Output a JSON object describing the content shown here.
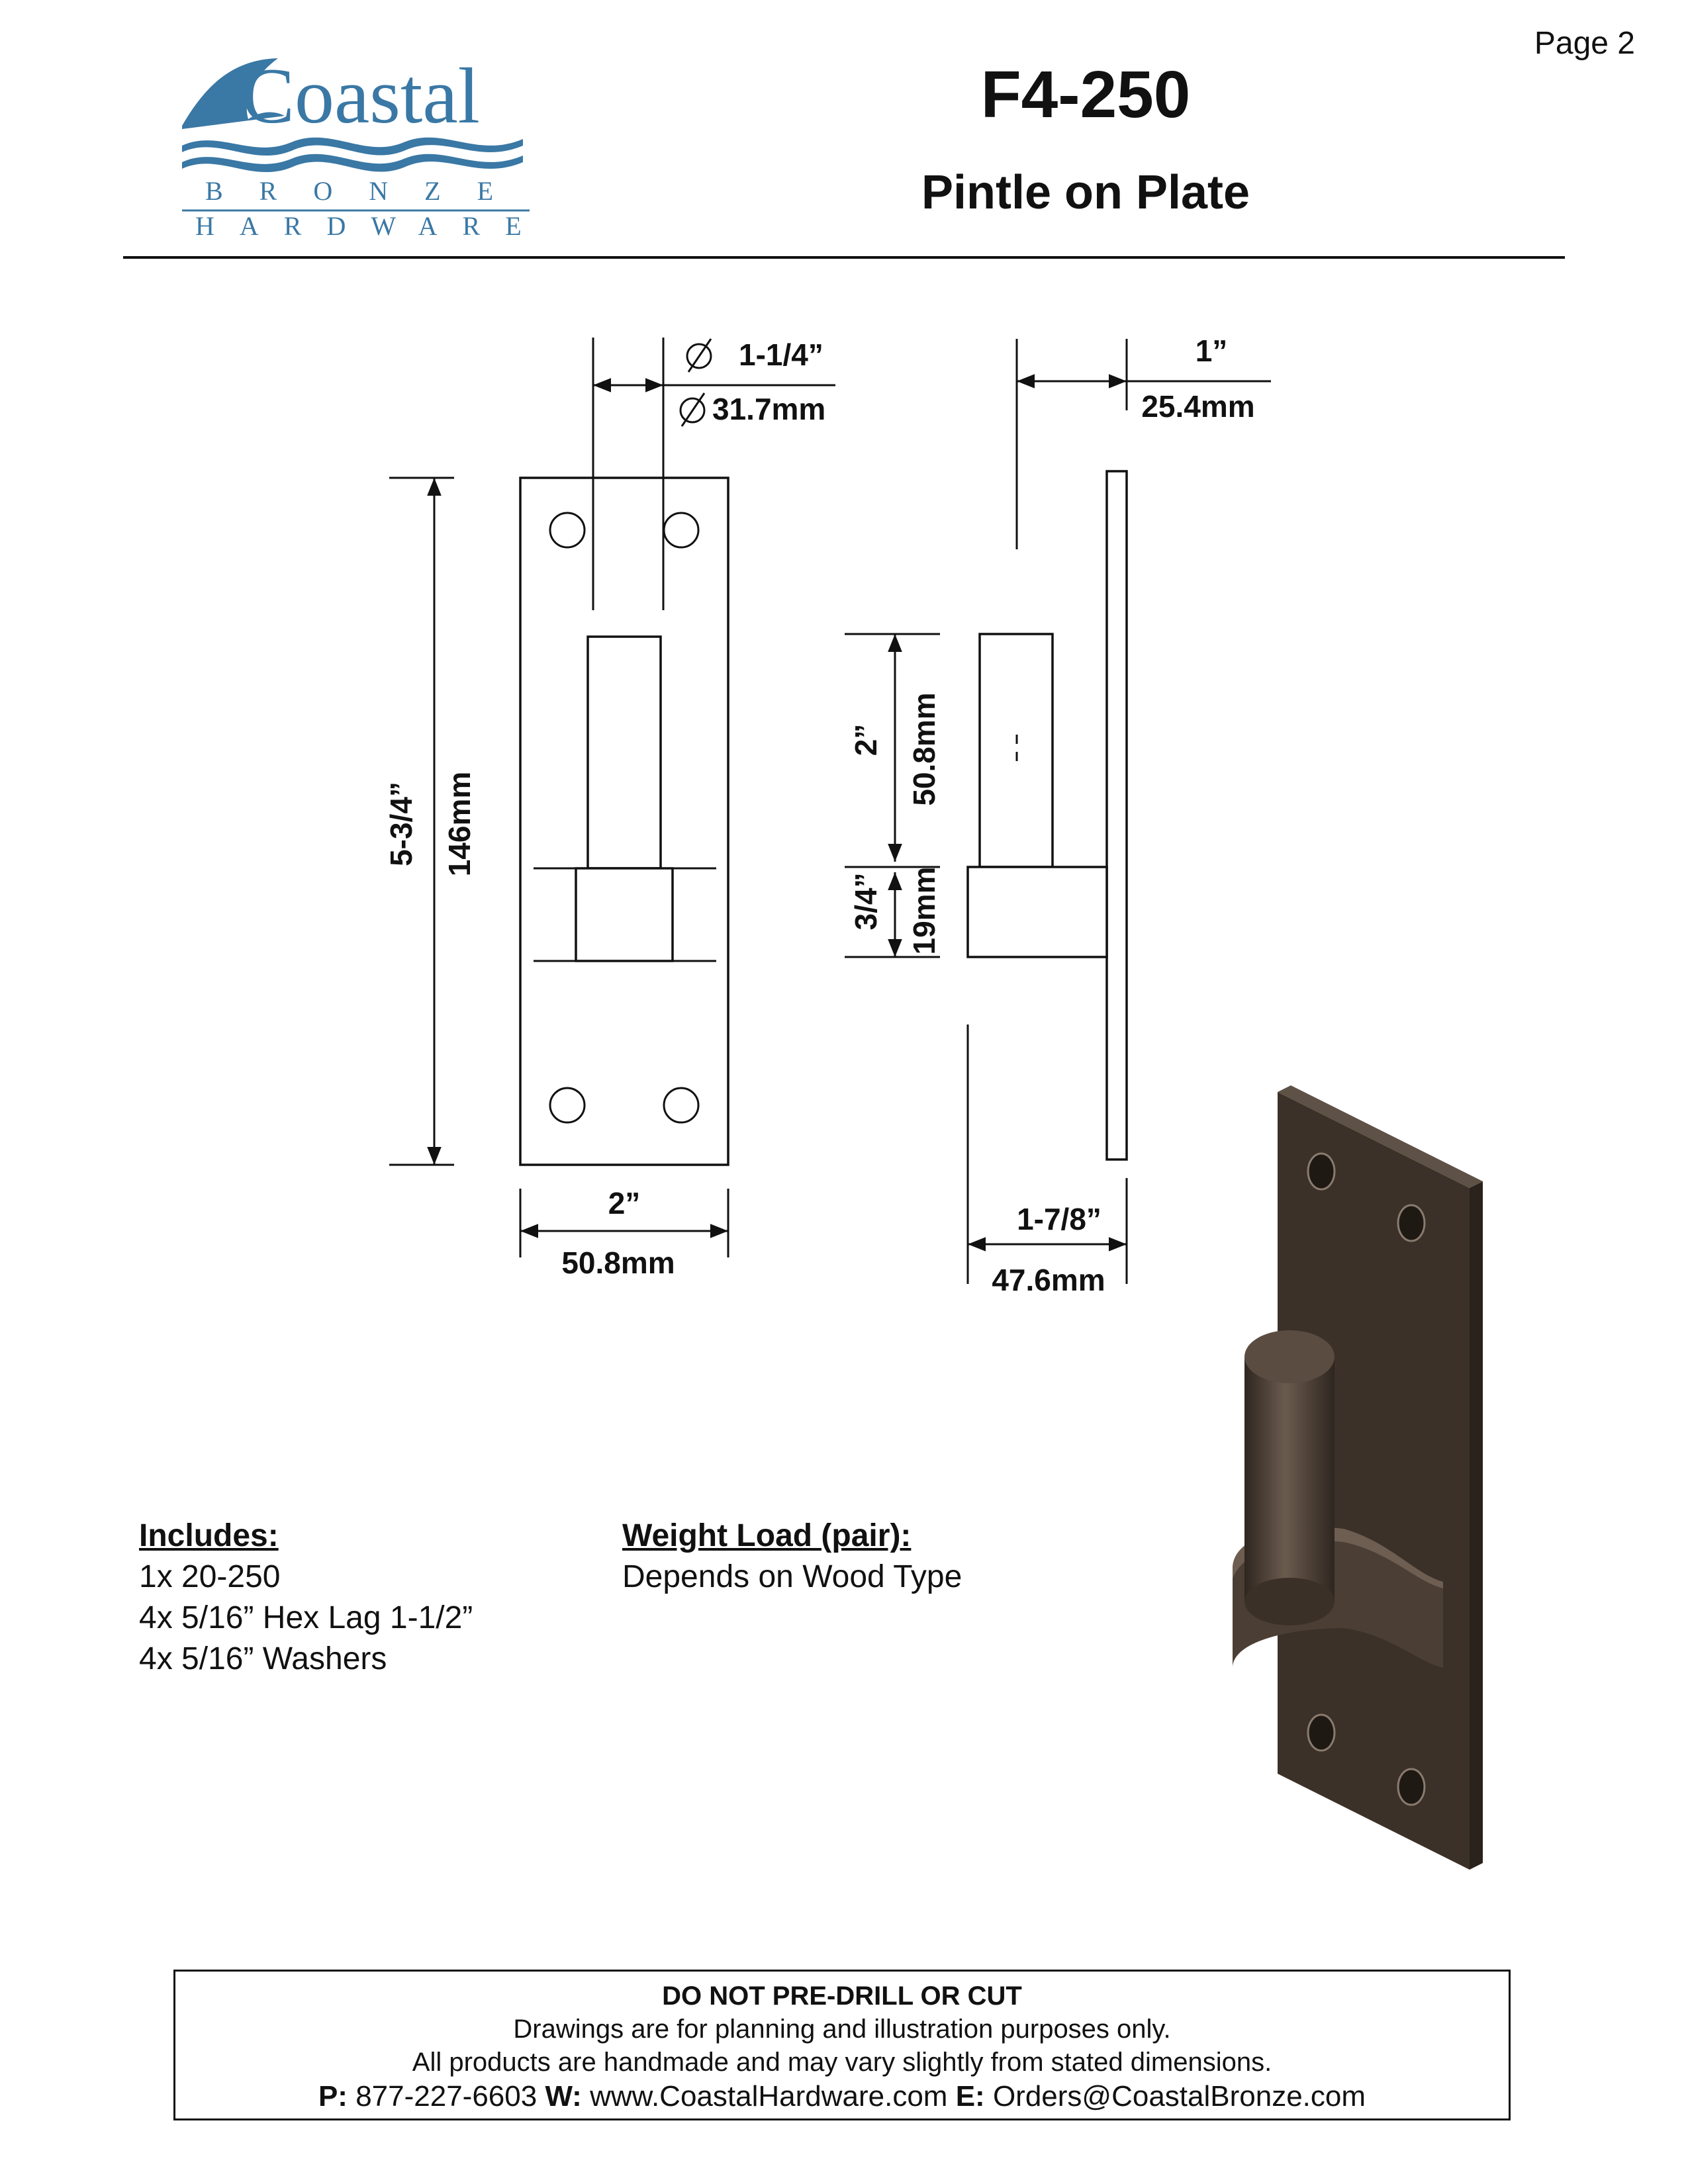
{
  "page": {
    "number_label": "Page 2"
  },
  "brand": {
    "name_line1": "Coastal",
    "name_line2": "BRONZE",
    "name_line3": "HARDWARE",
    "color": "#3a78a5"
  },
  "product": {
    "code": "F4-250",
    "name": "Pintle on Plate"
  },
  "dimensions": {
    "pin_diameter_in": "1-1/4”",
    "pin_diameter_mm": "31.7mm",
    "offset_in": "1”",
    "offset_mm": "25.4mm",
    "plate_height_in": "5-3/4”",
    "plate_height_mm": "146mm",
    "plate_width_in": "2”",
    "plate_width_mm": "50.8mm",
    "pin_length_in": "2”",
    "pin_length_mm": "50.8mm",
    "collar_height_in": "3/4”",
    "collar_height_mm": "19mm",
    "depth_in": "1-7/8”",
    "depth_mm": "47.6mm"
  },
  "includes": {
    "title": "Includes:",
    "items": [
      "1x  20-250",
      "4x  5/16” Hex Lag 1-1/2”",
      "4x  5/16” Washers"
    ]
  },
  "weight_load": {
    "title": "Weight Load (pair):",
    "value": "Depends on Wood Type"
  },
  "disclaimer": {
    "title": "DO NOT PRE-DRILL OR CUT",
    "line1": "Drawings are for planning and illustration purposes only.",
    "line2": "All products are handmade and may vary slightly from stated dimensions.",
    "phone_label": "P:",
    "phone": "877-227-6603",
    "web_label": "W:",
    "web": "www.CoastalHardware.com",
    "email_label": "E:",
    "email": "Orders@CoastalBronze.com"
  },
  "colors": {
    "bronze_dark": "#3b3129",
    "bronze_light": "#5e5146",
    "text": "#111111"
  }
}
